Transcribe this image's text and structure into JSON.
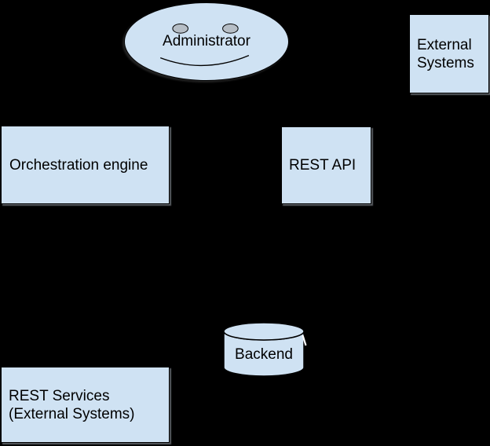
{
  "canvas": {
    "background_color": "#000000",
    "shape_fill_color": "#cfe2f3",
    "shape_border_color": "#000000",
    "eye_fill_color": "#b6bec6",
    "text_color": "#000000"
  },
  "nodes": {
    "administrator": {
      "label": "Administrator",
      "shape": "smiley-ellipse"
    },
    "external_systems": {
      "line1": "External",
      "line2": "Systems",
      "shape": "rectangle"
    },
    "orchestration_engine": {
      "label": "Orchestration engine",
      "shape": "rectangle"
    },
    "rest_api": {
      "label": "REST API",
      "shape": "rectangle"
    },
    "backend": {
      "label": "Backend",
      "shape": "cylinder"
    },
    "rest_services": {
      "line1": "REST Services",
      "line2": "(External Systems)",
      "shape": "rectangle"
    }
  }
}
